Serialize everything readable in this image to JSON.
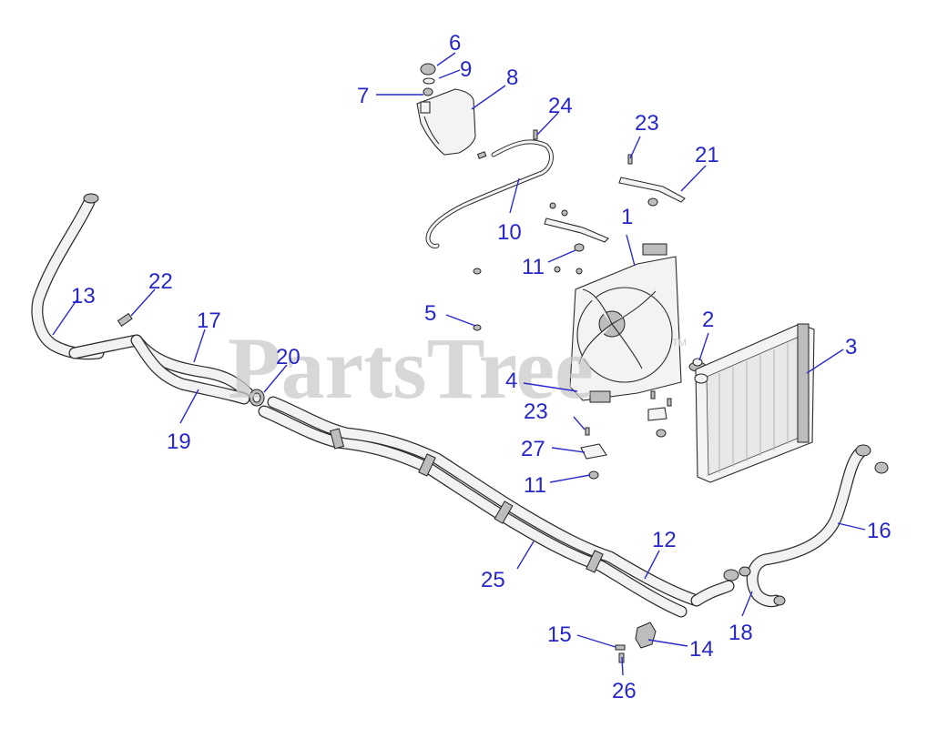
{
  "watermark": {
    "text": "PartsTree",
    "tm": "TM"
  },
  "callouts": [
    {
      "id": "c1",
      "label": "1"
    },
    {
      "id": "c2",
      "label": "2"
    },
    {
      "id": "c3",
      "label": "3"
    },
    {
      "id": "c4",
      "label": "4"
    },
    {
      "id": "c5",
      "label": "5"
    },
    {
      "id": "c6",
      "label": "6"
    },
    {
      "id": "c7",
      "label": "7"
    },
    {
      "id": "c8",
      "label": "8"
    },
    {
      "id": "c9",
      "label": "9"
    },
    {
      "id": "c10",
      "label": "10"
    },
    {
      "id": "c11a",
      "label": "11"
    },
    {
      "id": "c11b",
      "label": "11"
    },
    {
      "id": "c12",
      "label": "12"
    },
    {
      "id": "c13",
      "label": "13"
    },
    {
      "id": "c14",
      "label": "14"
    },
    {
      "id": "c15",
      "label": "15"
    },
    {
      "id": "c16",
      "label": "16"
    },
    {
      "id": "c17",
      "label": "17"
    },
    {
      "id": "c18",
      "label": "18"
    },
    {
      "id": "c19",
      "label": "19"
    },
    {
      "id": "c20",
      "label": "20"
    },
    {
      "id": "c21",
      "label": "21"
    },
    {
      "id": "c22",
      "label": "22"
    },
    {
      "id": "c23a",
      "label": "23"
    },
    {
      "id": "c23b",
      "label": "23"
    },
    {
      "id": "c24",
      "label": "24"
    },
    {
      "id": "c25",
      "label": "25"
    },
    {
      "id": "c26",
      "label": "26"
    },
    {
      "id": "c27",
      "label": "27"
    }
  ],
  "colors": {
    "callout": "#2727c9",
    "line_art": "#2b2b2b",
    "part_fill": "#f3f3f3",
    "watermark": "#c9c9c9"
  }
}
